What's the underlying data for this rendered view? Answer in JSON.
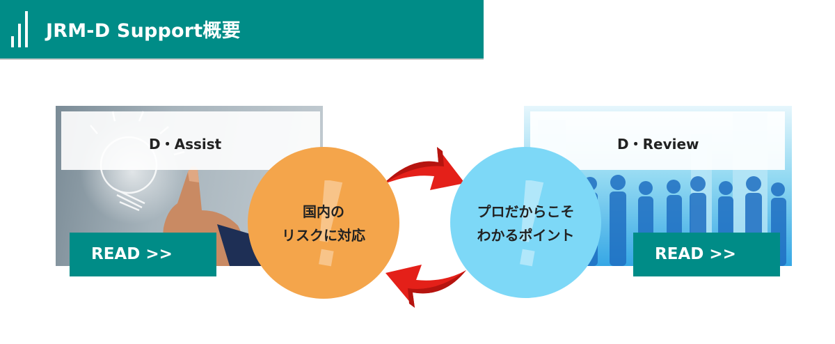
{
  "header": {
    "title": "JRM-D Support概要"
  },
  "cards": {
    "assist": {
      "label": "D・Assist",
      "read": "READ >>"
    },
    "review": {
      "label": "D・Review",
      "read": "READ >>"
    }
  },
  "circles": {
    "domestic": {
      "line1": "国内の",
      "line2": "リスクに対応"
    },
    "pro": {
      "line1": "プロだからこそ",
      "line2": "わかるポイント"
    }
  },
  "colors": {
    "teal": "#008c87",
    "orange": "#f4a54b",
    "blue": "#7dd8f7",
    "red": "#e42019"
  },
  "icons": {
    "header": "bar-chart-icon",
    "cycle": "cycle-arrows-icon"
  }
}
